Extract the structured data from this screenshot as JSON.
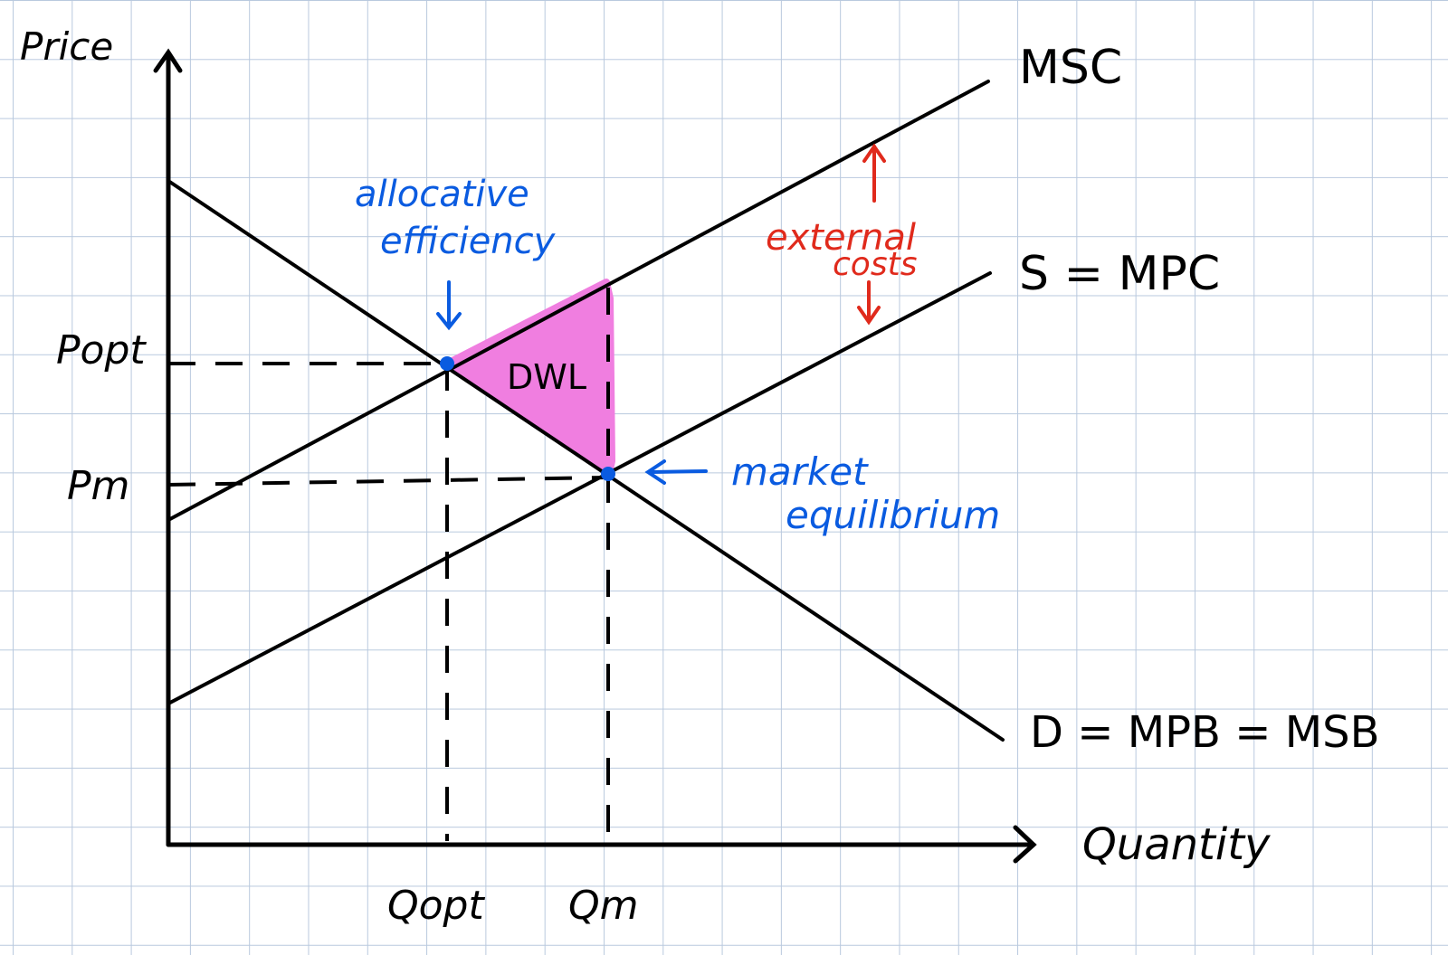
{
  "axes": {
    "y_label": "Price",
    "x_label": "Quantity"
  },
  "curves": {
    "msc": "MSC",
    "supply": "S = MPC",
    "demand": "D = MPB = MSB"
  },
  "price_labels": {
    "p_opt": "Popt",
    "p_m": "Pm"
  },
  "quantity_labels": {
    "q_opt": "Qopt",
    "q_m": "Qm"
  },
  "annotations": {
    "allocative_line1": "allocative",
    "allocative_line2": "efficiency",
    "dwl": "DWL",
    "market_line1": "market",
    "market_line2": "equilibrium",
    "external_line1": "external",
    "external_line2": "costs"
  },
  "colors": {
    "ink": "#000000",
    "blue": "#0a5be0",
    "red": "#e02a1c",
    "dwl_fill": "#f07ee0",
    "grid": "#b9c9de"
  }
}
